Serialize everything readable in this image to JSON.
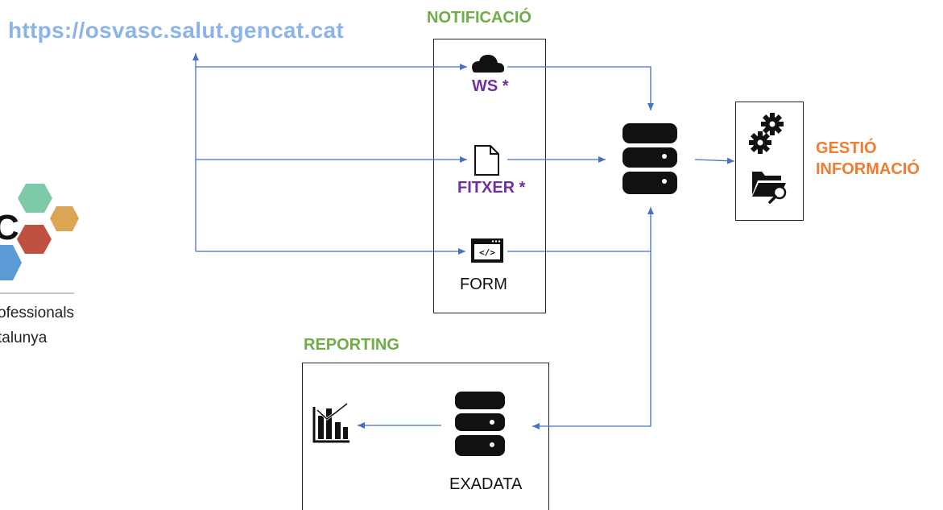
{
  "header": {
    "url": "https://osvasc.salut.gencat.cat"
  },
  "notification": {
    "title": "NOTIFICACIÓ",
    "channels": {
      "ws": "WS *",
      "fitxer": "FITXER *",
      "form": "FORM"
    }
  },
  "management": {
    "line1": "GESTIÓ",
    "line2": "INFORMACIÓ"
  },
  "reporting": {
    "title": "REPORTING",
    "db_label": "EXADATA"
  },
  "logo": {
    "letter": "C",
    "line1": "ofessionals",
    "line2": "talunya"
  },
  "colors": {
    "url": "#8cb4e8",
    "section_title": "#70ad47",
    "channel_label": "#7030a0",
    "management_label": "#ed7d31",
    "arrow": "#4472c4"
  },
  "icons": [
    "cloud-icon",
    "document-icon",
    "web-form-icon",
    "database-icon",
    "gears-icon",
    "folder-search-icon",
    "bar-chart-icon"
  ]
}
